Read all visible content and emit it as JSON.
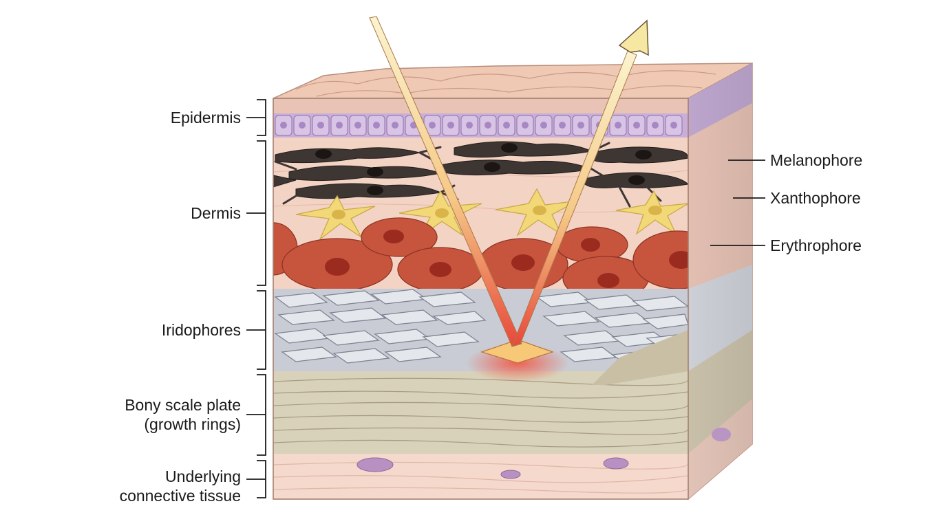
{
  "layer_labels": {
    "epidermis": "Epidermis",
    "dermis": "Dermis",
    "iridophores": "Iridophores",
    "bony_plate_line1": "Bony scale plate",
    "bony_plate_line2": "(growth rings)",
    "connective_line1": "Underlying",
    "connective_line2": "connective tissue"
  },
  "cell_labels": {
    "melanophore": "Melanophore",
    "xanthophore": "Xanthophore",
    "erythrophore": "Erythrophore"
  },
  "colors": {
    "top_skin": "#efc9b4",
    "epidermis_cells": "#cdb5dc",
    "dermis": "#f3d3c4",
    "melanophore": "#3e3633",
    "xanthophore": "#f3d877",
    "erythrophore": "#c7553d",
    "iridophore_plates": "#dfe2e8",
    "bone": "#d9d2bb",
    "connective": "#f4d9cc",
    "light_ray": "#f6e7a3",
    "reflection_glow": "#f05a3c"
  }
}
